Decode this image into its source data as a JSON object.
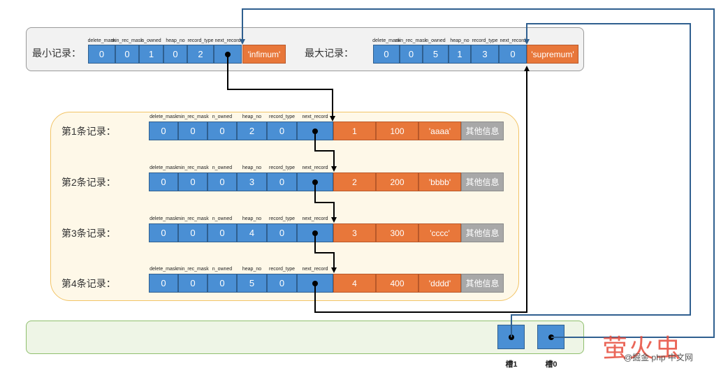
{
  "field_headers": [
    "delete_mask",
    "min_rec_mask",
    "n_owned",
    "heap_no",
    "record_type",
    "next_record"
  ],
  "infimum": {
    "label": "最小记录：",
    "fields": [
      "0",
      "0",
      "1",
      "0",
      "2",
      ""
    ],
    "value": "'infimum'"
  },
  "supremum": {
    "label": "最大记录：",
    "fields": [
      "0",
      "0",
      "5",
      "1",
      "3",
      "0"
    ],
    "value": "'supremum'"
  },
  "records": [
    {
      "label": "第1条记录：",
      "fields": [
        "0",
        "0",
        "0",
        "2",
        "0",
        ""
      ],
      "values": [
        "1",
        "100",
        "'aaaa'"
      ],
      "extra": "其他信息"
    },
    {
      "label": "第2条记录：",
      "fields": [
        "0",
        "0",
        "0",
        "3",
        "0",
        ""
      ],
      "values": [
        "2",
        "200",
        "'bbbb'"
      ],
      "extra": "其他信息"
    },
    {
      "label": "第3条记录：",
      "fields": [
        "0",
        "0",
        "0",
        "4",
        "0",
        ""
      ],
      "values": [
        "3",
        "300",
        "'cccc'"
      ],
      "extra": "其他信息"
    },
    {
      "label": "第4条记录：",
      "fields": [
        "0",
        "0",
        "0",
        "5",
        "0",
        ""
      ],
      "values": [
        "4",
        "400",
        "'dddd'"
      ],
      "extra": "其他信息"
    }
  ],
  "slots": [
    {
      "label": "槽1"
    },
    {
      "label": "槽0"
    }
  ],
  "watermark": {
    "big": "萤火虫",
    "small": "@掘金 php 中文网"
  },
  "colors": {
    "field_blue": "#4a8fd4",
    "value_orange": "#e8773a",
    "extra_gray": "#a8a8a8"
  }
}
